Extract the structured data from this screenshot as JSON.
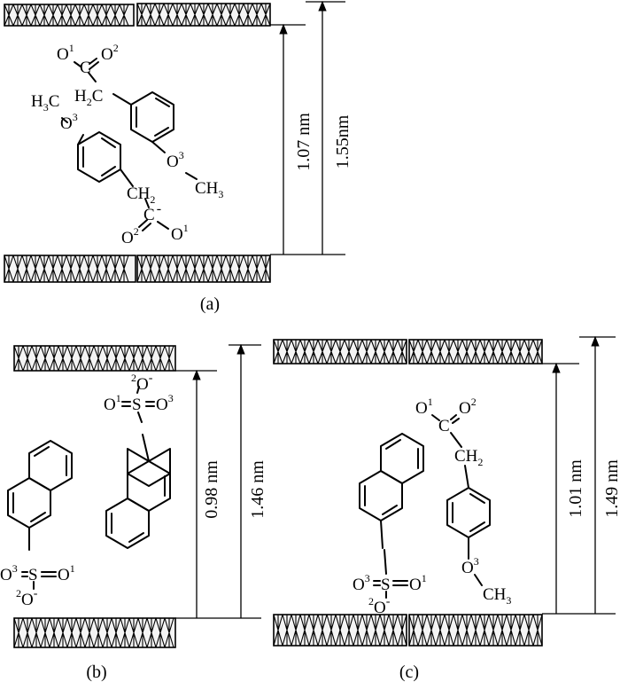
{
  "colors": {
    "ink": "#000000",
    "background": "#ffffff",
    "layer_fill": "#f4f4f4"
  },
  "panels": {
    "a": {
      "caption": "(a)",
      "inner_spacing": "1.07 nm",
      "outer_spacing": "1.55nm",
      "top_carboxylate": {
        "o1": "O",
        "o1_sup": "1",
        "c": "C",
        "o2": "O",
        "o2_sup": "2",
        "ch2": "H",
        "ch2_sub": "2",
        "ch2_c": "C"
      },
      "left_methoxy": {
        "h3": "H",
        "h3_sub": "3",
        "c": "C",
        "o": "O",
        "o_sup": "3"
      },
      "right_methoxy": {
        "o": "O",
        "o_sup": "3",
        "ch3": "CH",
        "ch3_sub": "3"
      },
      "bottom_carboxylate": {
        "ch2": "CH",
        "ch2_sub": "2",
        "c": "C",
        "charge": "-",
        "o2": "O",
        "o2_sup": "2",
        "o1": "O",
        "o1_sup": "1"
      }
    },
    "b": {
      "caption": "(b)",
      "inner_spacing": "0.98 nm",
      "outer_spacing": "1.46 nm",
      "top_sulfonate": {
        "o1": "O",
        "o1_sup": "1",
        "s": "S",
        "o3": "O",
        "o3_sup": "3",
        "o2_sup": "2",
        "o2": "O",
        "o2_charge": "-"
      },
      "bottom_sulfonate": {
        "o3": "O",
        "o3_sup": "3",
        "s": "S",
        "o1": "O",
        "o1_sup": "1",
        "o2_sup": "2",
        "o2": "O",
        "o2_charge": "-"
      }
    },
    "c": {
      "caption": "(c)",
      "inner_spacing": "1.01 nm",
      "outer_spacing": "1.49 nm",
      "carboxylate": {
        "o1": "O",
        "o1_sup": "1",
        "c": "C",
        "o2": "O",
        "o2_sup": "2",
        "ch2": "CH",
        "ch2_sub": "2"
      },
      "methoxy": {
        "o": "O",
        "o_sup": "3",
        "ch3": "CH",
        "ch3_sub": "3"
      },
      "sulfonate": {
        "o3": "O",
        "o3_sup": "3",
        "s": "S",
        "o1": "O",
        "o1_sup": "1",
        "o2_sup": "2",
        "o2": "O",
        "o2_charge": "-"
      }
    }
  }
}
